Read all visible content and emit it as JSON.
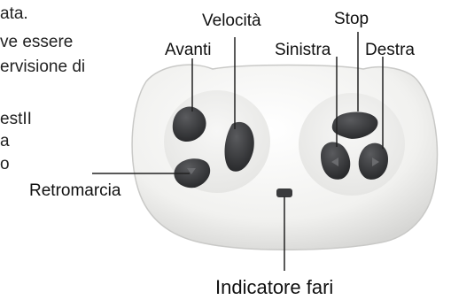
{
  "background_text": {
    "line1": "ata.",
    "line2": "ve essere",
    "line3": "ervisione di",
    "line4": "estII",
    "line5": "a",
    "line6": "o"
  },
  "labels": {
    "velocita": "Velocità",
    "stop": "Stop",
    "avanti": "Avanti",
    "sinistra": "Sinistra",
    "destra": "Destra",
    "retromarcia": "Retromarcia",
    "indicatore_fari": "Indicatore fari"
  },
  "colors": {
    "body": "#f4f4f2",
    "button": "#3a3b3d",
    "line": "#222222"
  }
}
